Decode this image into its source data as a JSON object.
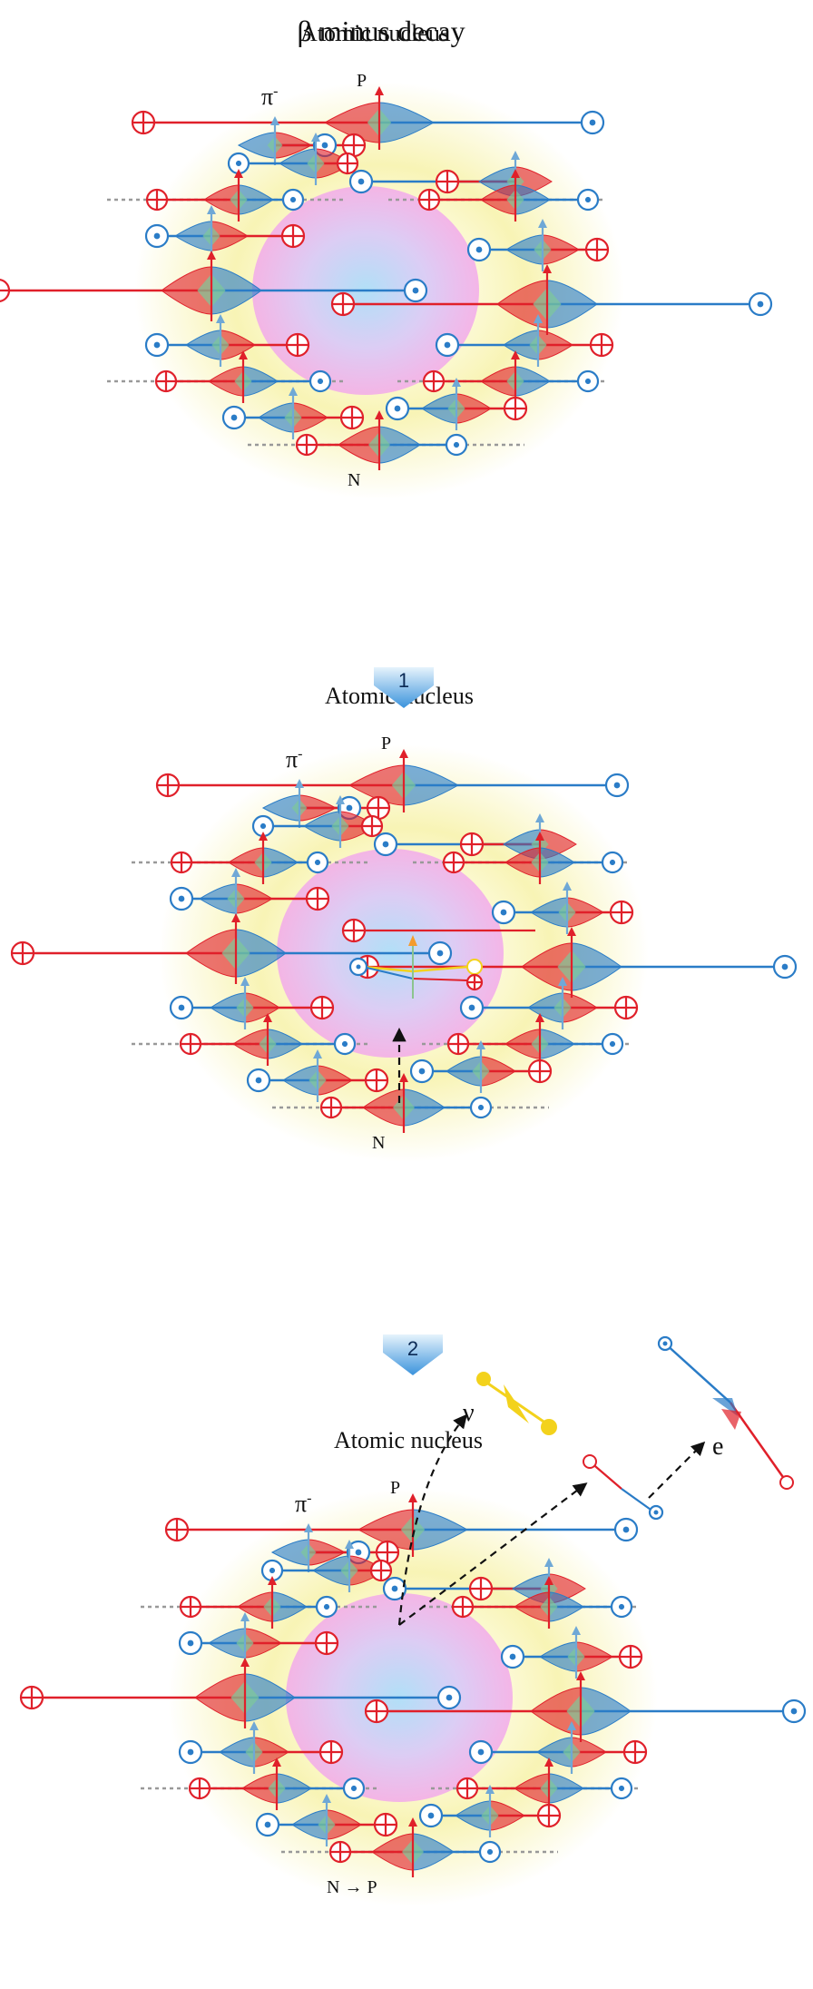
{
  "title": "β minus decay",
  "panels": [
    {
      "heading": "Atomic nucleus",
      "pion": "π",
      "pion_sup": "-",
      "top_label": "P",
      "bottom_label": "N"
    },
    {
      "heading": "Atomic nucleus",
      "pion": "π",
      "pion_sup": "-",
      "top_label": "P",
      "bottom_label": "N"
    },
    {
      "heading": "Atomic nucleus",
      "pion": "π",
      "pion_sup": "-",
      "top_label": "P",
      "bottom_label": "N →   P",
      "neutrino": "ν",
      "electron": "e"
    }
  ],
  "steps": [
    "1",
    "2"
  ],
  "colors": {
    "proton": "#e0202a",
    "neutron": "#2a7cc7",
    "neutrino": "#f3d21c",
    "nucleus_halo": "#f7f2a8",
    "core_pink": "#f2a6ec",
    "core_blue": "#a9dcf7",
    "dashed_line": "#999999"
  }
}
